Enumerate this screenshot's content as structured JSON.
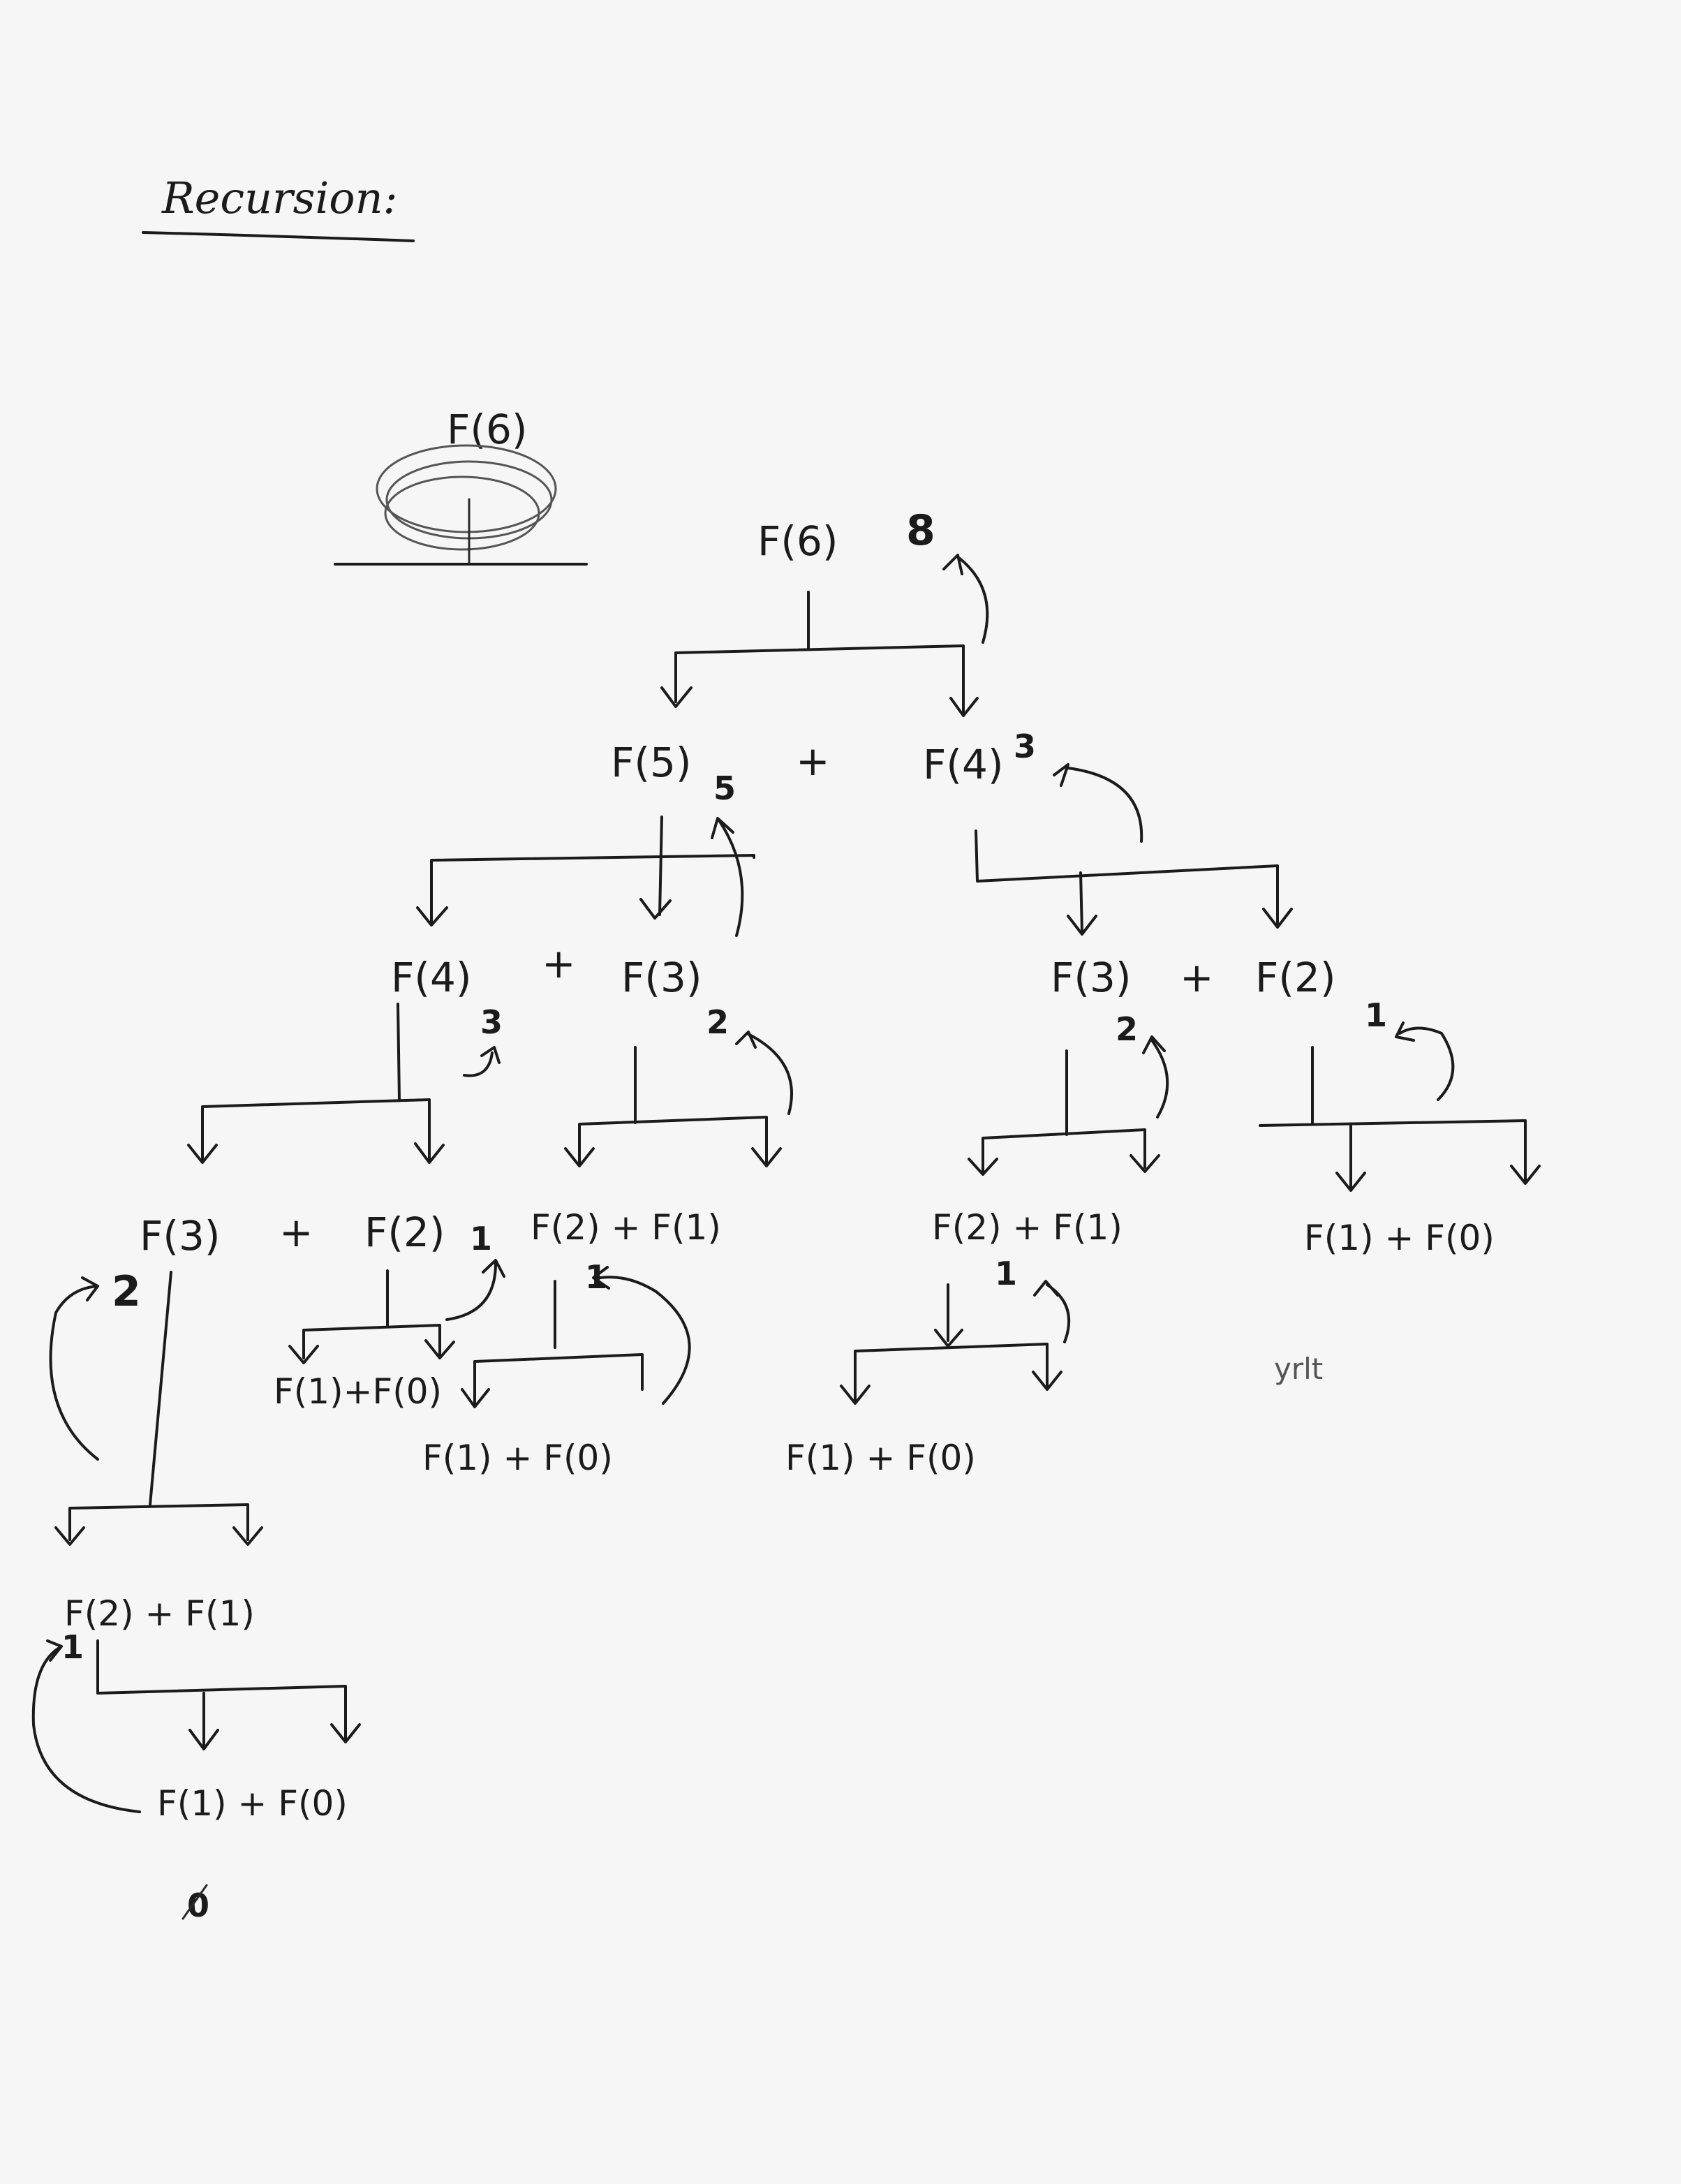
{
  "title": "Recursion:",
  "ring_label": "F(6)",
  "values": {
    "v8": "8",
    "v5": "5",
    "v3a": "3",
    "v3b": "3",
    "v2a": "2",
    "v2b": "2",
    "v2c": "2",
    "v1a": "1",
    "v1b": "1",
    "v1c": "1",
    "v1d": "1",
    "v1e": "1",
    "v0": "0"
  },
  "nodes": {
    "f6": "F(6)",
    "f5": "F(5)",
    "plus_top": "+",
    "f4_right": "F(4)",
    "f4_left": "F(4)",
    "plus_l2": "+",
    "f3_mid": "F(3)",
    "f3_right": "F(3)",
    "plus_r2": "+",
    "f2_right": "F(2)",
    "f3_ll": "F(3)",
    "plus_ll": "+",
    "f2_ll": "F(2)",
    "f2f1_mid": "F(2) + F(1)",
    "f2f1_r": "F(2) + F(1)",
    "f1f0_rr": "F(1) + F(0)",
    "f1f0_small": "F(1)+F(0)",
    "f1f0_mid": "F(1) + F(0)",
    "f1f0_r": "F(1) + F(0)",
    "f2f1_bottom": "F(2) + F(1)",
    "f1f0_bottom": "F(1) + F(0)"
  },
  "scribble": "yrlt"
}
